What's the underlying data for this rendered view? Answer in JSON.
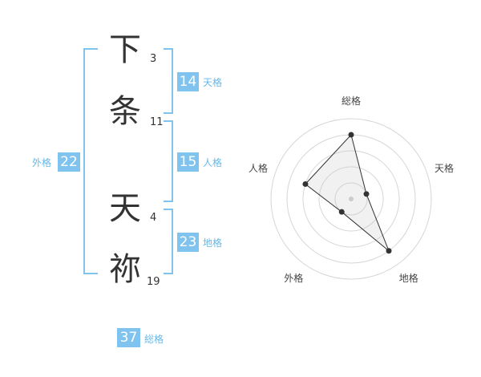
{
  "name": {
    "characters": [
      {
        "char": "下",
        "strokes": "3"
      },
      {
        "char": "条",
        "strokes": "11"
      },
      {
        "char": "天",
        "strokes": "4"
      },
      {
        "char": "祢",
        "strokes": "19"
      }
    ]
  },
  "scores": {
    "tenkaku": {
      "value": "14",
      "label": "天格"
    },
    "jinkaku": {
      "value": "15",
      "label": "人格"
    },
    "chikaku": {
      "value": "23",
      "label": "地格"
    },
    "gaikaku": {
      "value": "22",
      "label": "外格"
    },
    "soukaku": {
      "value": "37",
      "label": "総格"
    }
  },
  "colors": {
    "accent": "#7fc3ee",
    "accent_text": "#66b8e8",
    "text": "#333333"
  },
  "chart_data": {
    "type": "radar",
    "axes": [
      "総格",
      "天格",
      "地格",
      "外格",
      "人格"
    ],
    "values": [
      4,
      1,
      4,
      1,
      3
    ],
    "rlim": [
      0,
      5
    ],
    "grid": true
  }
}
